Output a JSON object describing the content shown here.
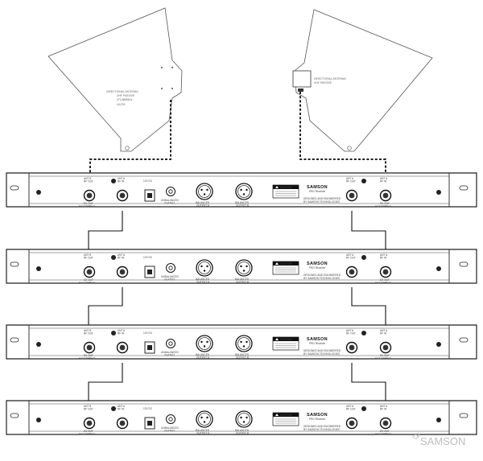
{
  "antennas": {
    "left": {
      "lines": [
        "DIRECTIONAL ANTENNA",
        "UHF PASSIVE",
        "470-865MHz",
        "UA700"
      ]
    },
    "right": {
      "lines": [
        "DIRECTIONAL ANTENNA",
        "UHF PASSIVE"
      ]
    }
  },
  "receiver": {
    "brand": "SAMSON",
    "model": "PRO Receiver",
    "ant_b_label": "ANT B",
    "ant_b_sub": "RF OUT",
    "ant_a_label": "ANT A",
    "ant_a_sub": "RF IN",
    "ext_label": "EX OUT",
    "ext_sub": "H12-16MBmA",
    "power_label": "12V DC",
    "unbalanced_label": "UNBALANCED",
    "unbalanced_sub": "OUTPUT",
    "balanced_label": "BALANCED",
    "balanced_sub_a": "OUTPUT A",
    "balanced_sub_b": "OUTPUT B",
    "caution_title": "CAUTION",
    "design_line1": "DESIGNED AND ENGINEERED",
    "design_line2": "BY SAMSON TECHNOLOGIES"
  },
  "watermark": "SAMSON",
  "units": [
    "unit-1",
    "unit-2",
    "unit-3",
    "unit-4"
  ]
}
